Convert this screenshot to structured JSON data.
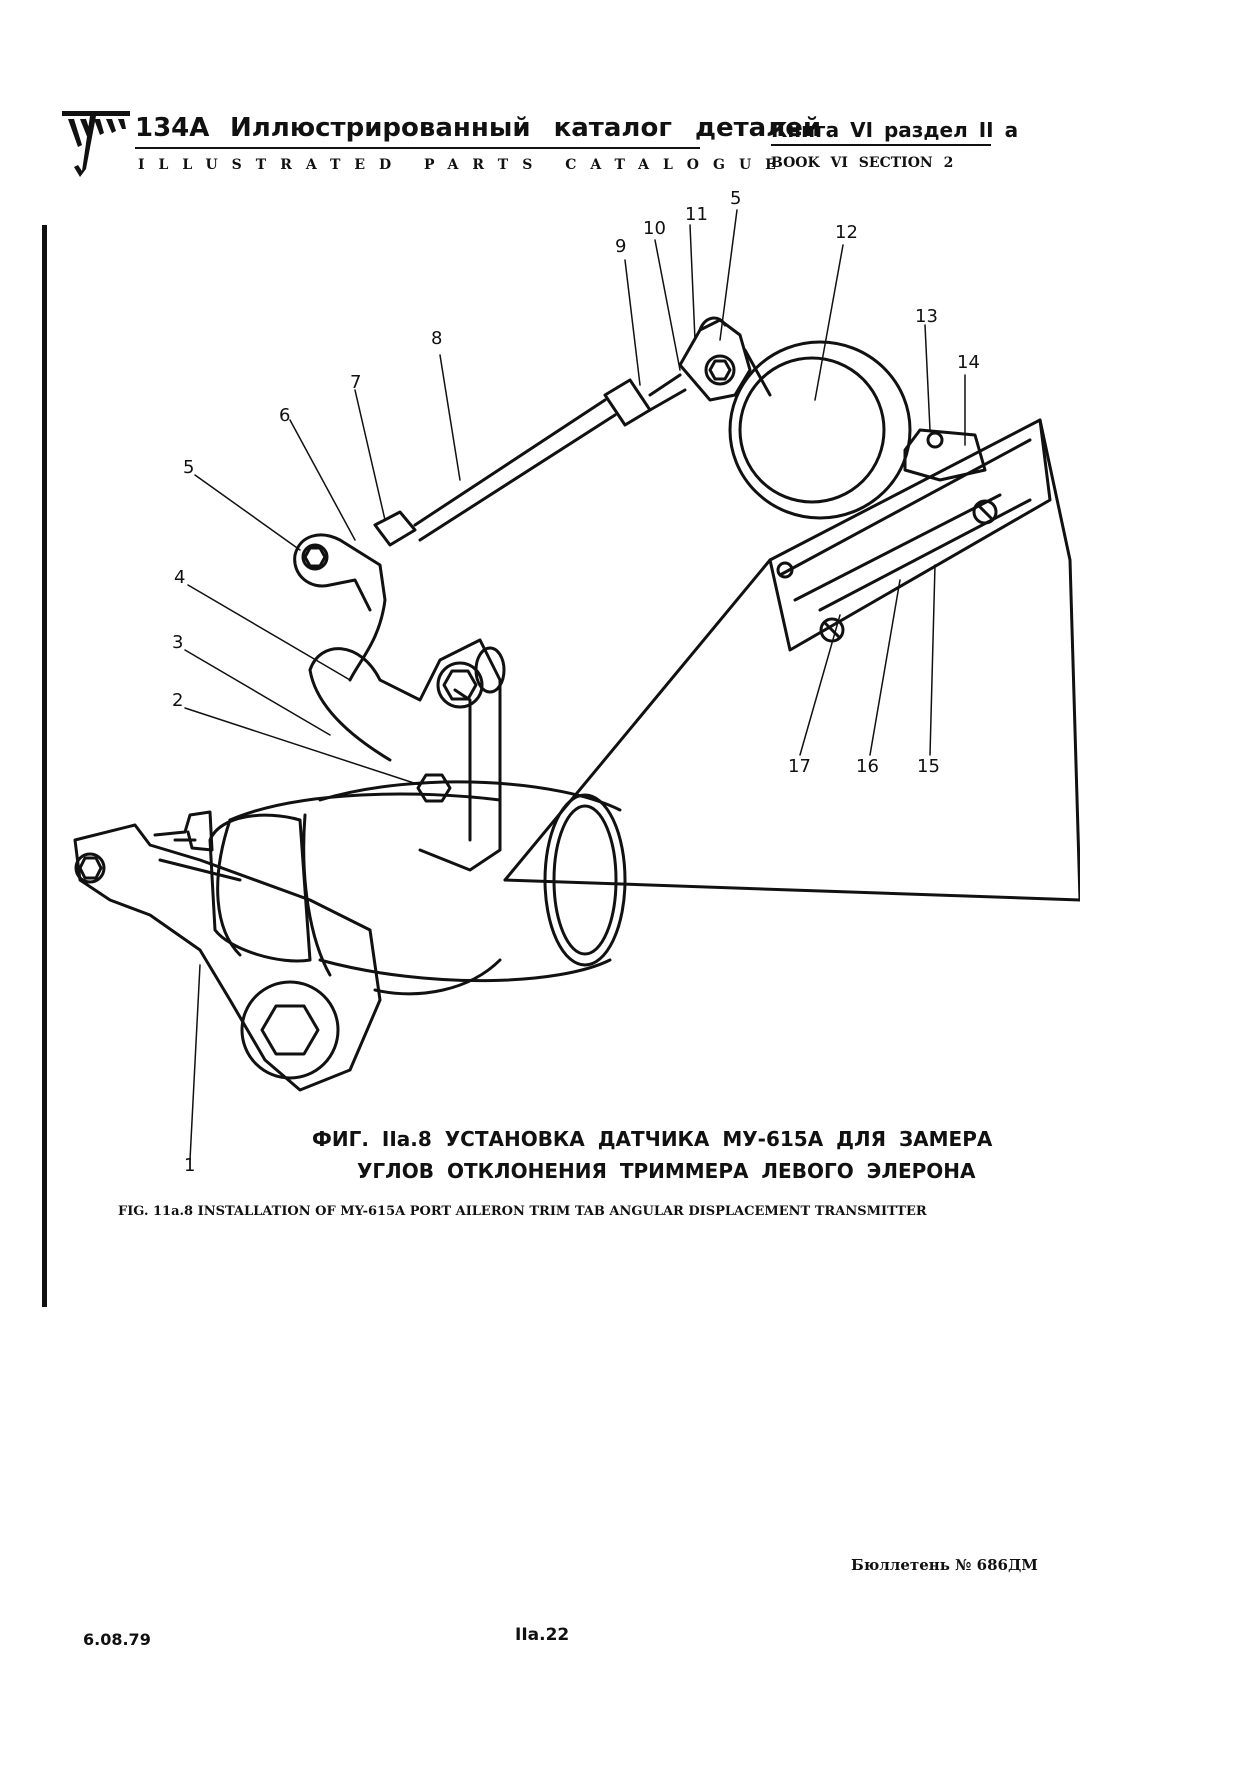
{
  "header": {
    "model": "134A",
    "title_ru": "Иллюстрированный каталог деталей",
    "title_en": "ILLUSTRATED PARTS CATALOGUE",
    "book_ru": "Книга VI раздел II a",
    "book_en": "BOOK VI SECTION 2"
  },
  "figure": {
    "callouts": [
      "1",
      "2",
      "3",
      "4",
      "5",
      "6",
      "7",
      "8",
      "9",
      "10",
      "11",
      "5",
      "12",
      "13",
      "14",
      "17",
      "16",
      "15"
    ],
    "caption_ru_line1": "ФИГ. IIa.8 УСТАНОВКА ДАТЧИКА МУ-615А ДЛЯ ЗАМЕРА",
    "caption_ru_line2": "УГЛОВ ОТКЛОНЕНИЯ ТРИММЕРА ЛЕВОГО ЭЛЕРОНА",
    "caption_en": "FIG. 11a.8 INSTALLATION OF MY-615A PORT AILERON TRIM TAB ANGULAR DISPLACEMENT TRANSMITTER"
  },
  "footer": {
    "bulletin": "Бюллетень № 686ДМ",
    "date": "6.08.79",
    "page": "IIa.22"
  }
}
